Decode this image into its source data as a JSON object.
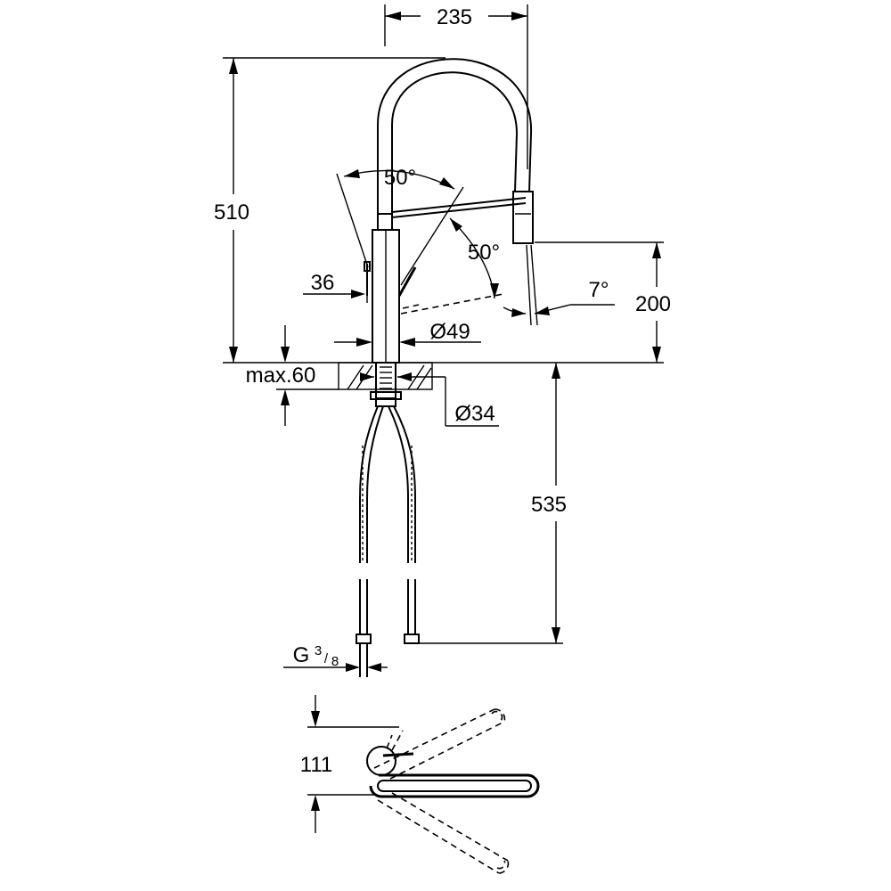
{
  "dimensions": {
    "width": "235",
    "height_total": "510",
    "lever_side": "36",
    "spout_angle": "50°",
    "lever_angle": "50°",
    "spray_tilt": "7°",
    "spout_height": "200",
    "body_diameter": "Ø49",
    "max_deck": "max.60",
    "hole_diameter": "Ø34",
    "hose_length": "535",
    "thread_prefix": "G",
    "thread_num": "3",
    "thread_den": "8",
    "top_depth": "111"
  }
}
